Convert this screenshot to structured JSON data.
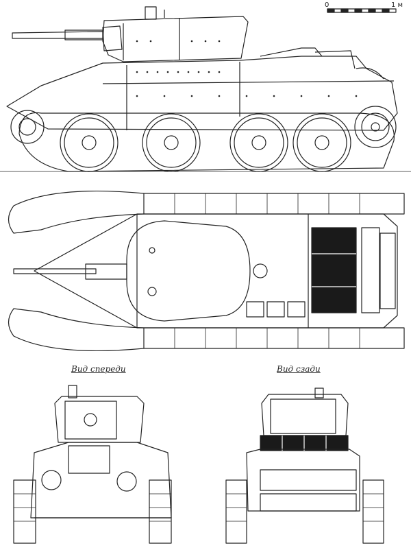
{
  "labels": {
    "front_view": "Вид спереди",
    "rear_view": "Вид сзади"
  },
  "scale": {
    "start": "0",
    "end": "1 м"
  },
  "colors": {
    "line": "#222222",
    "paper": "#ffffff",
    "grille": "#1a1a1a"
  }
}
